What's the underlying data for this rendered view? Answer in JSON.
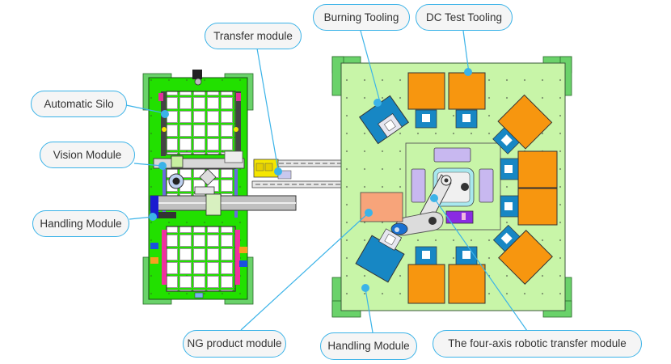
{
  "diagram": {
    "title": "Automated test line layout",
    "colors": {
      "callout_border": "#3bb3e8",
      "callout_bg": "#f5f5f5",
      "leader_line": "#3bb3e8",
      "left_frame": "#22e000",
      "right_frame": "#c8f5a8",
      "corner_feet": "#6ad26a",
      "tooling_orange": "#f7960f",
      "burning_blue": "#1787c4",
      "ng_salmon": "#f7a47a",
      "lavender": "#c8b8f0",
      "purple": "#8a2be2",
      "yellow": "#f5e600",
      "magenta": "#f030a0"
    },
    "callouts": [
      {
        "id": "automatic-silo",
        "label": "Automatic Silo"
      },
      {
        "id": "vision-module",
        "label": "Vision Module"
      },
      {
        "id": "handling-module-left",
        "label": "Handling Module"
      },
      {
        "id": "transfer-module",
        "label": "Transfer module"
      },
      {
        "id": "burning-tooling",
        "label": "Burning Tooling"
      },
      {
        "id": "dc-test-tooling",
        "label": "DC Test Tooling"
      },
      {
        "id": "ng-product-module",
        "label": "NG product module"
      },
      {
        "id": "handling-module-right",
        "label": "Handling Module"
      },
      {
        "id": "four-axis-robot",
        "label": "The four-axis robotic transfer module"
      }
    ]
  }
}
